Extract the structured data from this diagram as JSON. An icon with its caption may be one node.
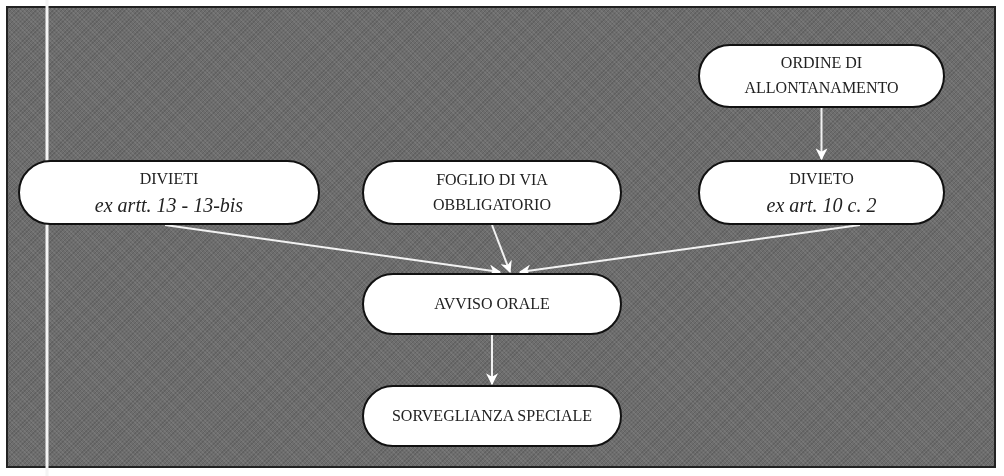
{
  "diagram": {
    "nodes": [
      {
        "text": [
          "ORDINE DI ALLONTANAMENTO"
        ]
      },
      {
        "text": [
          "DIVIETI",
          "ex artt. 13 - 13-bis"
        ]
      },
      {
        "text": [
          "FOGLIO DI VIA OBBLIGATORIO"
        ]
      },
      {
        "text": [
          "DIVIETO",
          "ex art. 10 c. 2"
        ]
      },
      {
        "text": [
          "AVVISO ORALE"
        ]
      },
      {
        "text": [
          "SORVEGLIANZA SPECIALE"
        ]
      }
    ],
    "edges": [
      {
        "from": 0,
        "to": 3,
        "arrow": "to"
      },
      {
        "from": 1,
        "to": 4,
        "arrow": "to"
      },
      {
        "from": 2,
        "to": 4,
        "arrow": "to"
      },
      {
        "from": 3,
        "to": 4,
        "arrow": "to"
      },
      {
        "from": 4,
        "to": 5,
        "arrow": "to"
      }
    ]
  }
}
